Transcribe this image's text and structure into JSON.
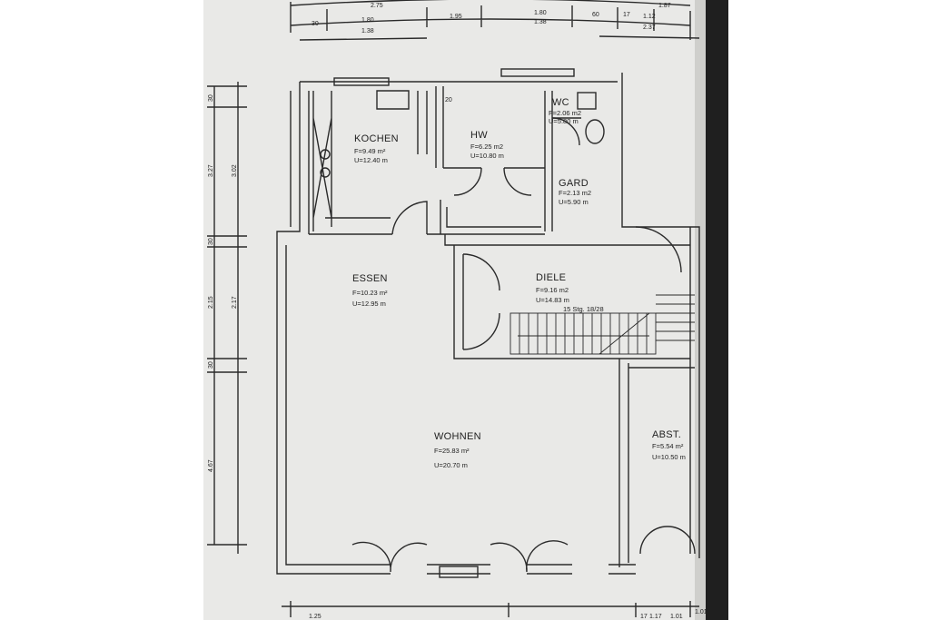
{
  "colors": {
    "paper": "#e9e9e7",
    "ink": "#2a2a2a",
    "background": "#ffffff",
    "binder": "#1f1f1f"
  },
  "top_dimensions": {
    "row1": [
      "2.75",
      "1.95",
      "1.87"
    ],
    "row2": [
      "30",
      "1.80",
      "1.95",
      "1.80",
      "60",
      "17",
      "1.12"
    ],
    "row3": [
      "1.38",
      "1.38",
      "2.37"
    ]
  },
  "left_dimensions": [
    "30",
    "3.27",
    "3.02",
    "30",
    "2.15",
    "2.17",
    "30",
    "4.67"
  ],
  "bottom_dimensions": [
    "1.25",
    "17",
    "1.17",
    "1.01",
    "1.01"
  ],
  "rooms": [
    {
      "id": "kochen",
      "name": "KOCHEN",
      "area": "F=9.49 m²",
      "perimeter": "U=12.40 m"
    },
    {
      "id": "hw",
      "name": "HW",
      "area": "F=6.25 m2",
      "perimeter": "U=10.80 m"
    },
    {
      "id": "wc",
      "name": "WC",
      "area": "F=2.06 m2",
      "perimeter": "U=5.80 m"
    },
    {
      "id": "gard",
      "name": "GARD",
      "area": "F=2.13 m2",
      "perimeter": "U=5.90 m"
    },
    {
      "id": "essen",
      "name": "ESSEN",
      "area": "F=10.23 m²",
      "perimeter": "U=12.95 m"
    },
    {
      "id": "diele",
      "name": "DIELE",
      "area": "F=9.16 m2",
      "perimeter": "U=14.83 m"
    },
    {
      "id": "wohnen",
      "name": "WOHNEN",
      "area": "F=25.83 m²",
      "perimeter": "U=20.70 m"
    },
    {
      "id": "abst",
      "name": "ABST.",
      "area": "F=5.54 m²",
      "perimeter": "U=10.50 m"
    }
  ],
  "stair_label": "15 Stg. 18/28",
  "wall_label": "20"
}
